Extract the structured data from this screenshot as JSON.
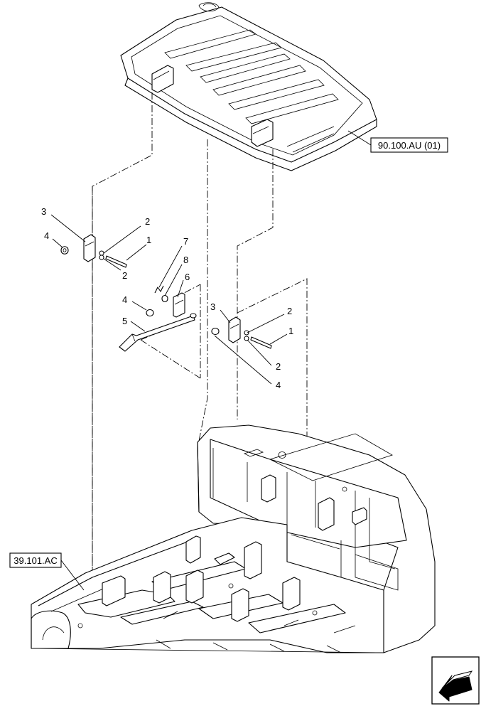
{
  "references": [
    {
      "id": "roof",
      "label": "90.100.AU (01)"
    },
    {
      "id": "frame",
      "label": "39.101.AC"
    }
  ],
  "callouts": {
    "left": {
      "c3": "3",
      "c2a": "2",
      "c1": "1",
      "c4": "4",
      "c2b": "2"
    },
    "center": {
      "c7": "7",
      "c8": "8",
      "c6": "6",
      "c4": "4",
      "c5": "5"
    },
    "right": {
      "c3": "3",
      "c2a": "2",
      "c1": "1",
      "c2b": "2",
      "c4": "4"
    }
  },
  "icons": {
    "nav": "arrow-left-down-icon"
  }
}
